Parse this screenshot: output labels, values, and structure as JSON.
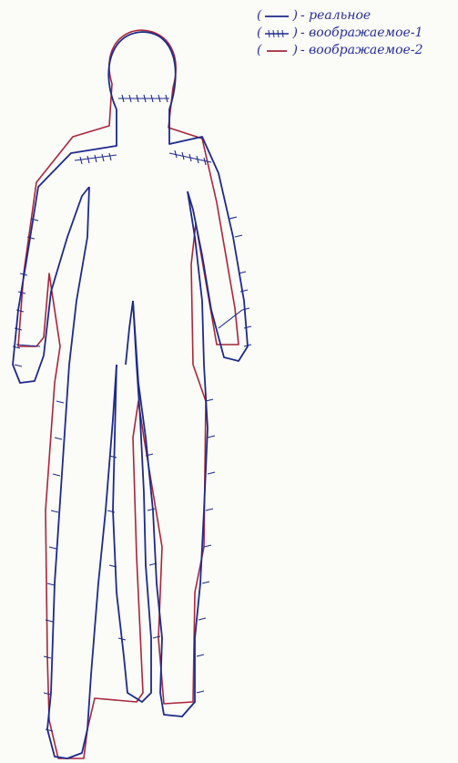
{
  "legend": {
    "items": [
      {
        "label": "- реальное",
        "line_color": "#1e2a8a",
        "style": "solid"
      },
      {
        "label": "- воображаемое-1",
        "line_color": "#1e2a8a",
        "style": "hatched"
      },
      {
        "label": "- воображаемое-2",
        "line_color": "#a8263a",
        "style": "solid"
      }
    ]
  },
  "colors": {
    "real": "#1e2a8a",
    "imagined_1": "#1e2a8a",
    "imagined_2": "#a8263a",
    "paper": "#fbfbf8"
  }
}
